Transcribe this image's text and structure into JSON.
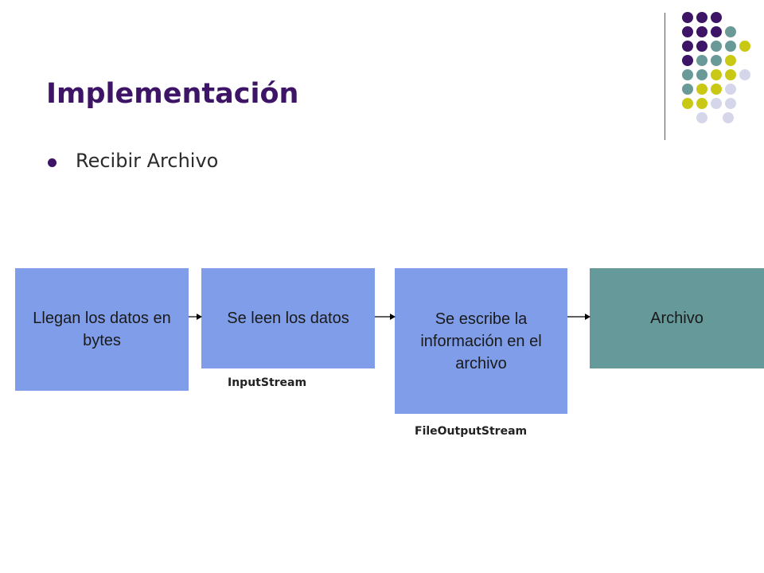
{
  "slide": {
    "title": "Implementación",
    "bullets": [
      "Recibir Archivo"
    ]
  },
  "colors": {
    "title": "#3d1466",
    "purple": "#3d1466",
    "teal": "#6a9a98",
    "yellow": "#c9c814",
    "lavender": "#d6d6ea",
    "box_blue": "#7f9de8",
    "box_teal": "#669999"
  },
  "diagram": {
    "boxes": [
      {
        "label": "Llegan los datos en bytes",
        "fill": "#7f9de8"
      },
      {
        "label": "Se leen los datos",
        "fill": "#7f9de8"
      },
      {
        "label": "Se escribe la información en el archivo",
        "fill": "#7f9de8"
      },
      {
        "label": "Archivo",
        "fill": "#669999"
      }
    ],
    "captions": [
      "InputStream",
      "FileOutputStream"
    ]
  },
  "decoration": {
    "name": "dot-grid-ornament",
    "rows": [
      [
        "purple",
        "purple",
        "purple"
      ],
      [
        "purple",
        "purple",
        "purple",
        "teal"
      ],
      [
        "purple",
        "purple",
        "teal",
        "teal",
        "yellow"
      ],
      [
        "purple",
        "teal",
        "teal",
        "yellow"
      ],
      [
        "teal",
        "teal",
        "yellow",
        "yellow",
        "lavender"
      ],
      [
        "teal",
        "yellow",
        "yellow",
        "lavender"
      ],
      [
        "yellow",
        "yellow",
        "lavender",
        "lavender"
      ],
      [
        "lavender",
        "lavender"
      ]
    ]
  }
}
